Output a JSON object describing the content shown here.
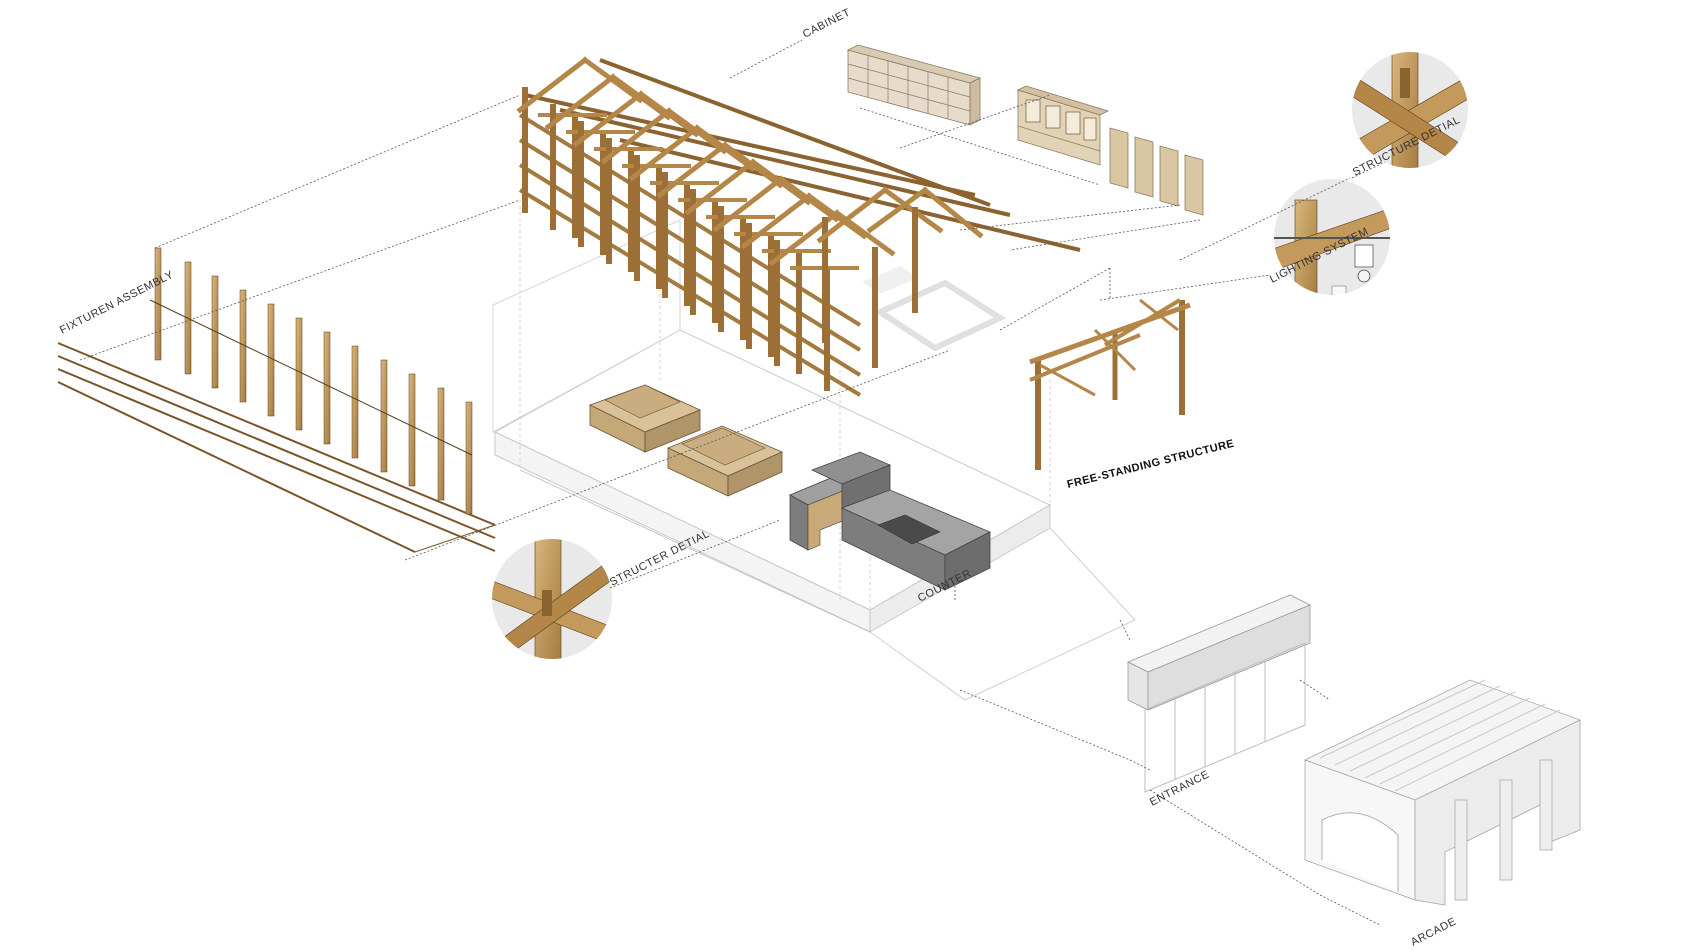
{
  "labels": {
    "cabinet": "CABINET",
    "structure_detail_top": "STRUCTURE DETIAL",
    "lighting_system": "LIGHTING SYSTEM",
    "fixturen_assembly": "FIXTUREN ASSEMBLY",
    "free_standing_structure": "FREE-STANDING STRUCTURE",
    "structer_detail": "STRUCTER DETIAL",
    "counter": "COUNTER",
    "entrance": "ENTRANCE",
    "arcade": "ARCADE"
  },
  "colors": {
    "wood": "#c49a5c",
    "wood_dark": "#8a6330",
    "concrete": "#8c8c8c",
    "leader": "#555555",
    "ghost": "#d8d8d8"
  }
}
